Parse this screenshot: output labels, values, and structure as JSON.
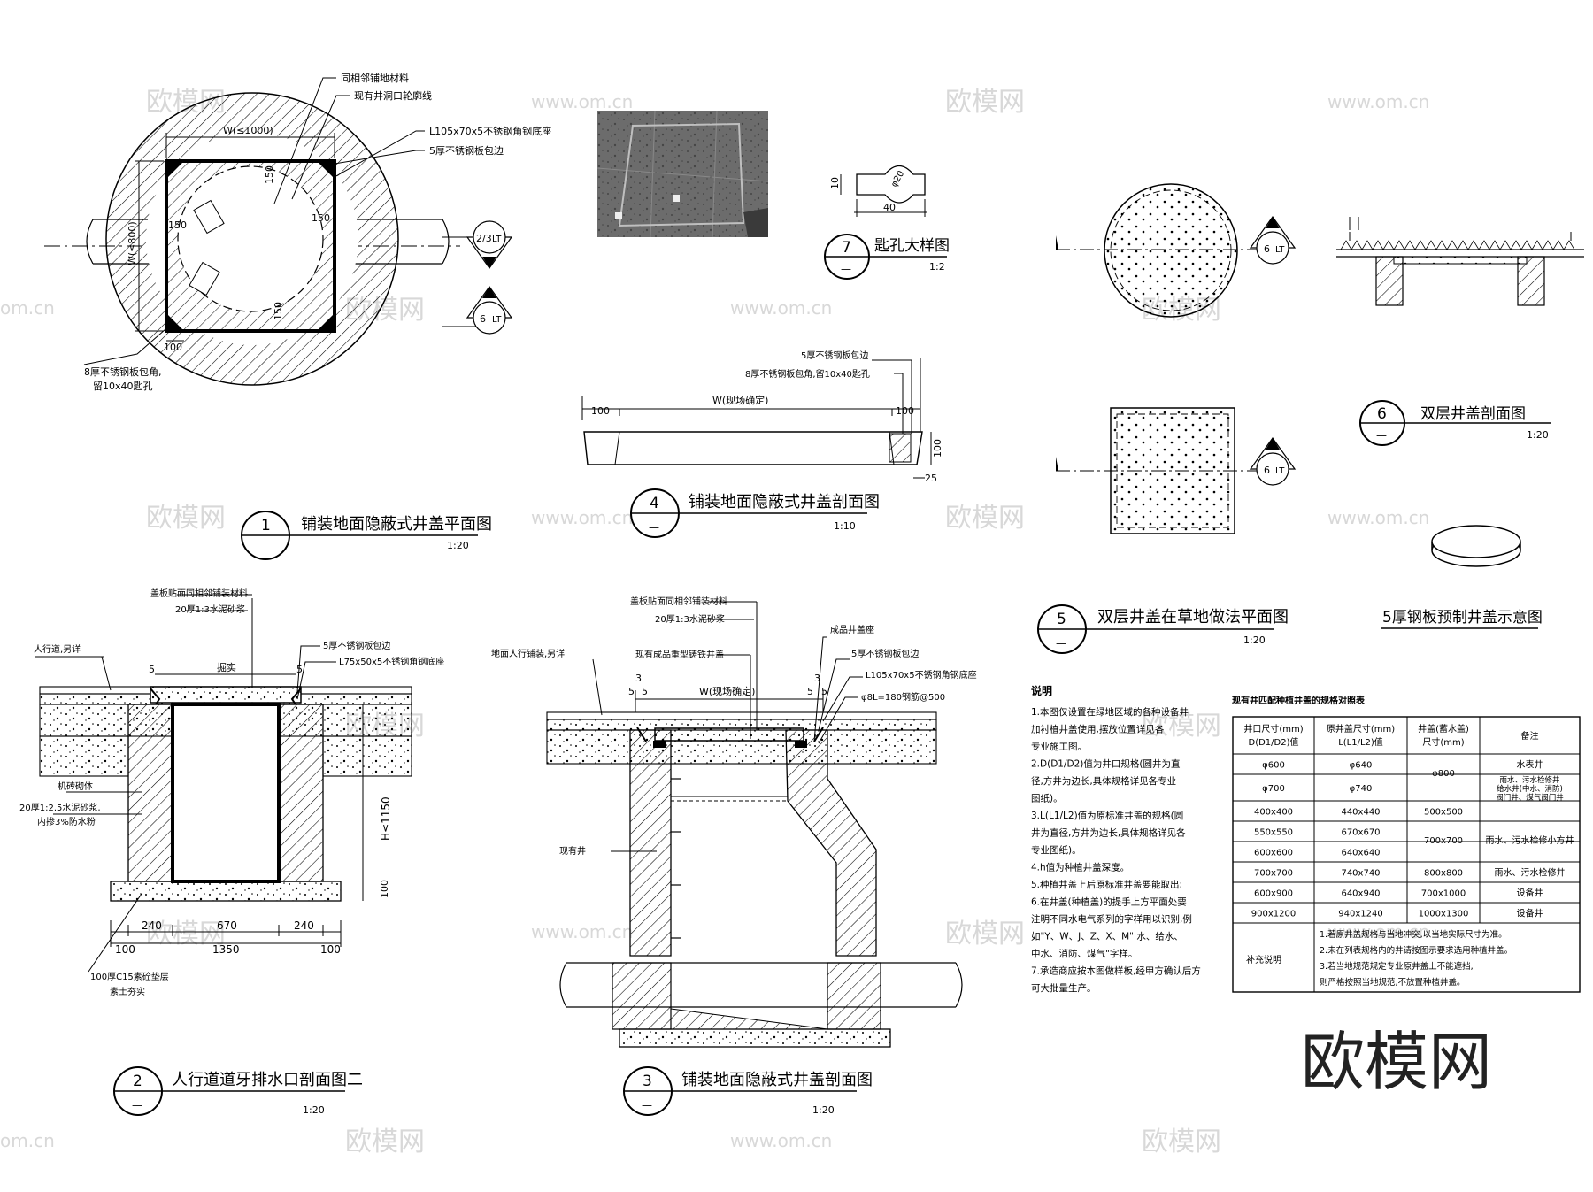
{
  "watermarks": {
    "cn": "欧模网",
    "url": "www.om.cn",
    "url_edge": "om.cn",
    "big": "欧模网"
  },
  "titles": [
    {
      "num": "1",
      "text": "铺装地面隐蔽式井盖平面图",
      "scale": "1:20"
    },
    {
      "num": "4",
      "text": "铺装地面隐蔽式井盖剖面图",
      "scale": "1:10"
    },
    {
      "num": "7",
      "text": "匙孔大样图",
      "scale": "1:2"
    },
    {
      "num": "5",
      "text": "双层井盖在草地做法平面图",
      "scale": "1:20"
    },
    {
      "num": "6",
      "text": "双层井盖剖面图",
      "scale": "1:20"
    },
    {
      "num": "2",
      "text": "人行道道牙排水口剖面图二",
      "scale": "1:20"
    },
    {
      "num": "3",
      "text": "铺装地面隐蔽式井盖剖面图",
      "scale": "1:20"
    }
  ],
  "bubble_sub": "—",
  "plan1": {
    "n1": "同相邻铺地材料",
    "n2": "现有井洞口轮廓线",
    "n3": "L105x70x5不锈钢角钢底座",
    "n4": "5厚不锈钢板包边",
    "n5": "8厚不锈钢板包角,",
    "n6": "留10x40匙孔",
    "dim_w": "W(≤1000)",
    "dim_h": "W(≤800)",
    "d150": "150",
    "d100": "100",
    "ref_a": "2/3",
    "ref_b": "LT",
    "ref_c": "6",
    "ref_d": "LT"
  },
  "sec4": {
    "n1": "5厚不锈钢板包边",
    "n2": "8厚不锈钢板包角,留10x40匙孔",
    "w": "W(现场确定)",
    "d100": "100",
    "d25": "25"
  },
  "key7": {
    "d10": "10",
    "d40": "40",
    "phi": "φ20"
  },
  "sec2": {
    "n1": "盖板贴面同相邻铺装材料",
    "n2": "20厚1:3水泥砂浆",
    "n3": "5厚不锈钢板包边",
    "n4": "L75x50x5不锈钢角钢底座",
    "n5": "人行道,另详",
    "n6": "掘实",
    "n7": "机砖砌体",
    "n8": "20厚1:2.5水泥砂浆,",
    "n9": "内掺3%防水粉",
    "n10": "100厚C15素砼垫层",
    "n11": "素土夯实",
    "h": "H≤1150",
    "d5": "5",
    "d100": "100",
    "d240": "240",
    "d670": "670",
    "d1350": "1350"
  },
  "sec3": {
    "n1": "盖板贴面同相邻铺装材料",
    "n2": "20厚1:3水泥砂浆",
    "n3": "地面人行铺装,另详",
    "n4": "现有成品重型铸铁井盖",
    "n5": "成品井盖座",
    "n6": "5厚不锈钢板包边",
    "n7": "L105x70x5不锈钢角钢底座",
    "n8": "φ8L=180钢筋@500",
    "n9": "现有井",
    "w": "W(现场确定)",
    "d3": "3",
    "d5": "5"
  },
  "right": {
    "ref_num": "6",
    "ref_tag": "LT",
    "ring_title": "5厚钢板预制井盖示意图"
  },
  "notes": {
    "title": "说明",
    "lines": [
      "1.本图仅设置在绿地区域的各种设备井",
      "加衬植井盖使用,摆放位置详见各",
      "专业施工图。",
      "2.D(D1/D2)值为井口规格(圆井为直",
      "径,方井为边长,具体规格详见各专业",
      "图纸)。",
      "3.L(L1/L2)值为原标准井盖的规格(圆",
      "井为直径,方井为边长,具体规格详见各",
      "专业图纸)。",
      "4.h值为种植井盖深度。",
      "5.种植井盖上后原标准井盖要能取出;",
      "6.在井盖(种植盖)的提手上方平面处要",
      "注明不同水电气系列的字样用以识别,例",
      "如\"Y、W、J、Z、X、M\" 水、给水、",
      "中水、消防、煤气\"字样。",
      "7.承造商应按本图做样板,经甲方确认后方",
      "可大批量生产。"
    ]
  },
  "table": {
    "caption": "现有井匹配种植井盖的规格对照表",
    "headers": [
      "井口尺寸(mm)\nD(D1/D2)值",
      "原井盖尺寸(mm)\nL(L1/L2)值",
      "井盖(蓄水盖)\n尺寸(mm)",
      "备注"
    ],
    "rows": [
      [
        "φ600",
        "φ640",
        "φ800",
        "水表井"
      ],
      [
        "φ700",
        "φ740",
        "",
        "雨水、污水检修井\n给水井(中水、消防)\n阀门井、煤气阀门井"
      ],
      [
        "400x400",
        "440x440",
        "500x500",
        ""
      ],
      [
        "550x550",
        "670x670",
        "700x700",
        "雨水、污水检修小方井"
      ],
      [
        "600x600",
        "640x640",
        "",
        ""
      ],
      [
        "700x700",
        "740x740",
        "800x800",
        "雨水、污水检修井"
      ],
      [
        "600x900",
        "640x940",
        "700x1000",
        "设备井"
      ],
      [
        "900x1200",
        "940x1240",
        "1000x1300",
        "设备井"
      ]
    ],
    "supp_label": "补充说明",
    "supp": [
      "1.若原井盖规格与当地冲突,以当地实际尺寸为准。",
      "2.未在列表规格内的井请按图示要求选用种植井盖。",
      "3.若当地规范规定专业原井盖上不能遮挡,",
      "则严格按照当地规范,不放置种植井盖。"
    ]
  }
}
